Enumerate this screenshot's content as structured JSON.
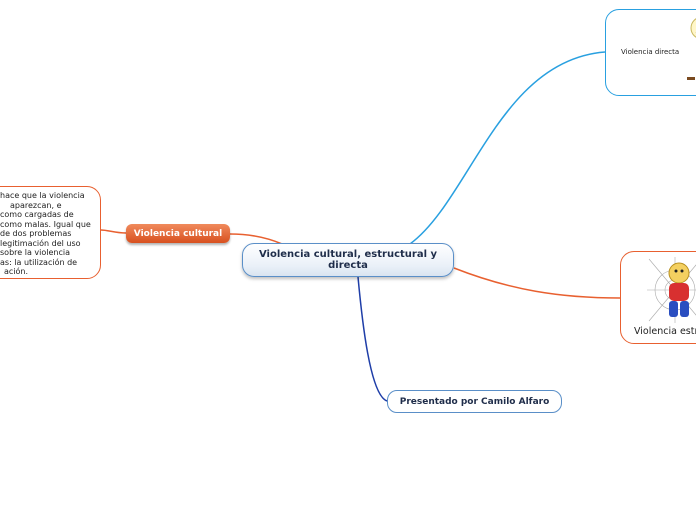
{
  "central_topic": "Violencia cultural, estructural y directa",
  "nodes": {
    "cultural": {
      "label": "Violencia cultural",
      "description_lines": [
        "hace que la violencia",
        "aparezcan, e",
        "como cargadas de",
        "como malas. Igual que",
        "de dos problemas",
        "legitimación del uso",
        "sobre la violencia",
        "as: la utilización de",
        "ación."
      ]
    },
    "directa": {
      "label": "Violencia directa",
      "image": "cartoon-illustration"
    },
    "estructural": {
      "label": "Violencia estr",
      "image": "spiderman-cartoon"
    },
    "presentado": {
      "label": "Presentado por Camilo Alfaro"
    }
  },
  "colors": {
    "orange": "#e86030",
    "blue": "#29a0e0",
    "navy": "#1f3ea8",
    "central_border": "#5a8fc8"
  }
}
